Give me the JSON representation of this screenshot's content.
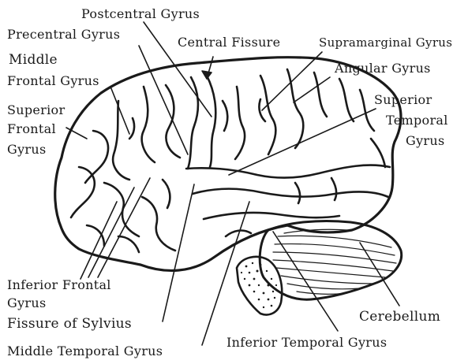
{
  "labels": {
    "postcentral_gyrus": "Postcentral Gyrus",
    "precentral_gyrus": "Precentral Gyrus",
    "central_fissure": "Central Fissure",
    "supramarginal_gyrus": "Supramarginal Gyrus",
    "middle_frontal_gyrus_line1": "Middle",
    "middle_frontal_gyrus_line2": "Frontal Gyrus",
    "angular_gyrus": "Angular Gyrus",
    "superior_frontal_gyrus_line1": "Superior",
    "superior_frontal_gyrus_line2": "Frontal",
    "superior_frontal_gyrus_line3": "Gyrus",
    "superior_temporal_gyrus_line1": "Superior",
    "superior_temporal_gyrus_line2": "Temporal",
    "superior_temporal_gyrus_line3": "Gyrus",
    "inferior_frontal_gyrus_line1": "Inferior Frontal",
    "inferior_frontal_gyrus_line2": "Gyrus",
    "fissure_of_sylvius": "Fissure of Sylvius",
    "cerebellum": "Cerebellum",
    "inferior_temporal_gyrus": "Inferior Temporal Gyrus",
    "middle_temporal_gyrus": "Middle Temporal Gyrus"
  },
  "colors": {
    "ink": "#1a1a1a",
    "background": "#ffffff"
  }
}
